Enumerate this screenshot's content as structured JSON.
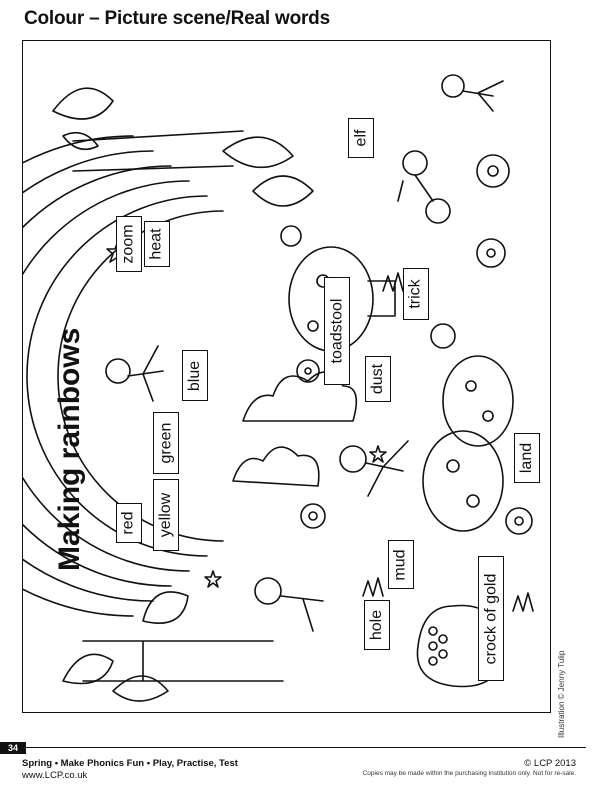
{
  "header": {
    "title": "Colour – Picture scene/Real words"
  },
  "scene": {
    "title": "Making rainbows",
    "words": [
      "zoom",
      "heat",
      "elf",
      "trick",
      "toadstool",
      "blue",
      "dust",
      "green",
      "yellow",
      "red",
      "land",
      "mud",
      "hole",
      "crock of gold"
    ]
  },
  "credit": "Illustration © Jenny Tulip",
  "footer": {
    "page_number": "34",
    "series": "Spring • Make Phonics Fun • Play, Practise, Test",
    "url": "www.LCP.co.uk",
    "copyright": "© LCP 2013",
    "note": "Copies may be made within the purchasing institution only. Not for re-sale."
  }
}
